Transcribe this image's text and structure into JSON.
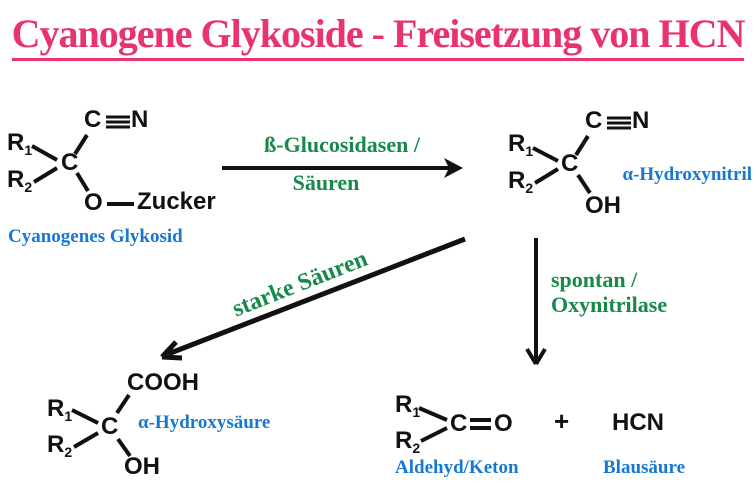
{
  "title": "Cyanogene Glykoside - Freisetzung von HCN",
  "colors": {
    "title_pink": "#E8336E",
    "reaction_green": "#17894B",
    "label_blue": "#1778D4",
    "structure_ink": "#111111"
  },
  "arrows": {
    "glucosidase": {
      "line1": "ß-Glucosidasen /",
      "line2": "Säuren"
    },
    "strong_acid": {
      "label": "starke Säuren"
    },
    "spontaneous": {
      "line1": "spontan /",
      "line2": "Oxynitrilase"
    }
  },
  "molecules": {
    "glycoside": {
      "r": "R",
      "r1_sub": "1",
      "r2_sub": "2",
      "central_c": "C",
      "nitrile_c": "C",
      "nitrile_n": "N",
      "o": "O",
      "sugar": "Zucker",
      "label": "Cyanogenes Glykosid"
    },
    "hydroxynitrile": {
      "r": "R",
      "r1_sub": "1",
      "r2_sub": "2",
      "central_c": "C",
      "nitrile_c": "C",
      "nitrile_n": "N",
      "oh": "OH",
      "label": "α-Hydroxynitril"
    },
    "hydroxyacid": {
      "r": "R",
      "r1_sub": "1",
      "r2_sub": "2",
      "central_c": "C",
      "cooh": "COOH",
      "oh": "OH",
      "label": "α-Hydroxysäure"
    },
    "carbonyl": {
      "r": "R",
      "r1_sub": "1",
      "r2_sub": "2",
      "c": "C",
      "o": "O",
      "label": "Aldehyd/Keton"
    },
    "plus_sign": "+",
    "hcn": {
      "formula": "HCN",
      "label": "Blausäure"
    }
  }
}
